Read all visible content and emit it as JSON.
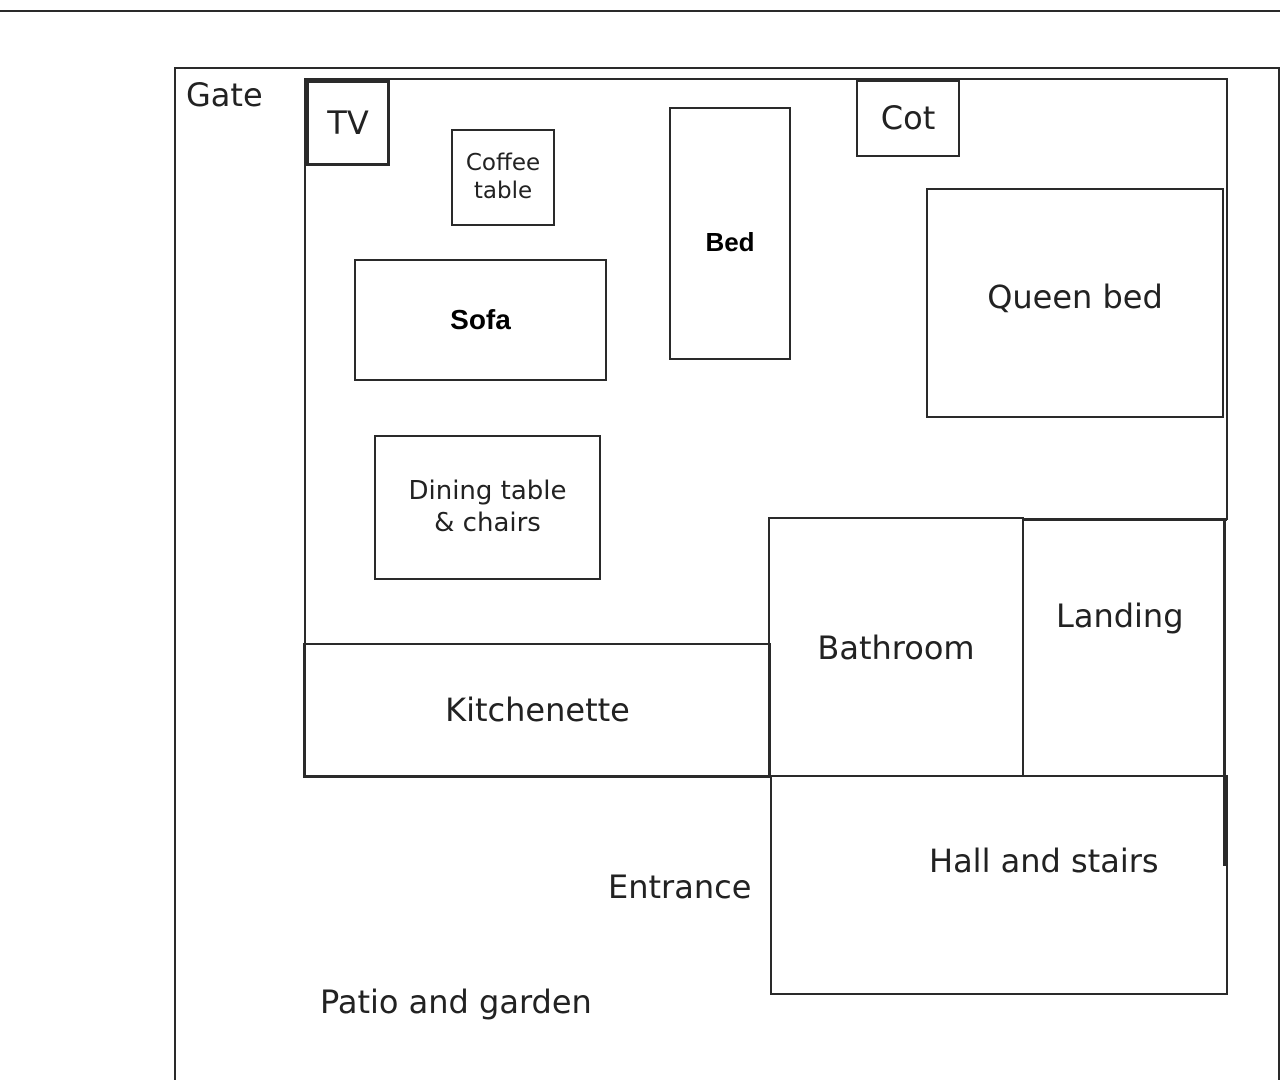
{
  "plan": {
    "gate": "Gate",
    "tv": "TV",
    "coffee_table": "Coffee\ntable",
    "bed": "Bed",
    "cot": "Cot",
    "queen_bed": "Queen bed",
    "sofa": "Sofa",
    "dining": "Dining table\n& chairs",
    "bathroom": "Bathroom",
    "landing": "Landing",
    "kitchenette": "Kitchenette",
    "entrance": "Entrance",
    "hall": "Hall and stairs",
    "patio": "Patio and garden"
  }
}
